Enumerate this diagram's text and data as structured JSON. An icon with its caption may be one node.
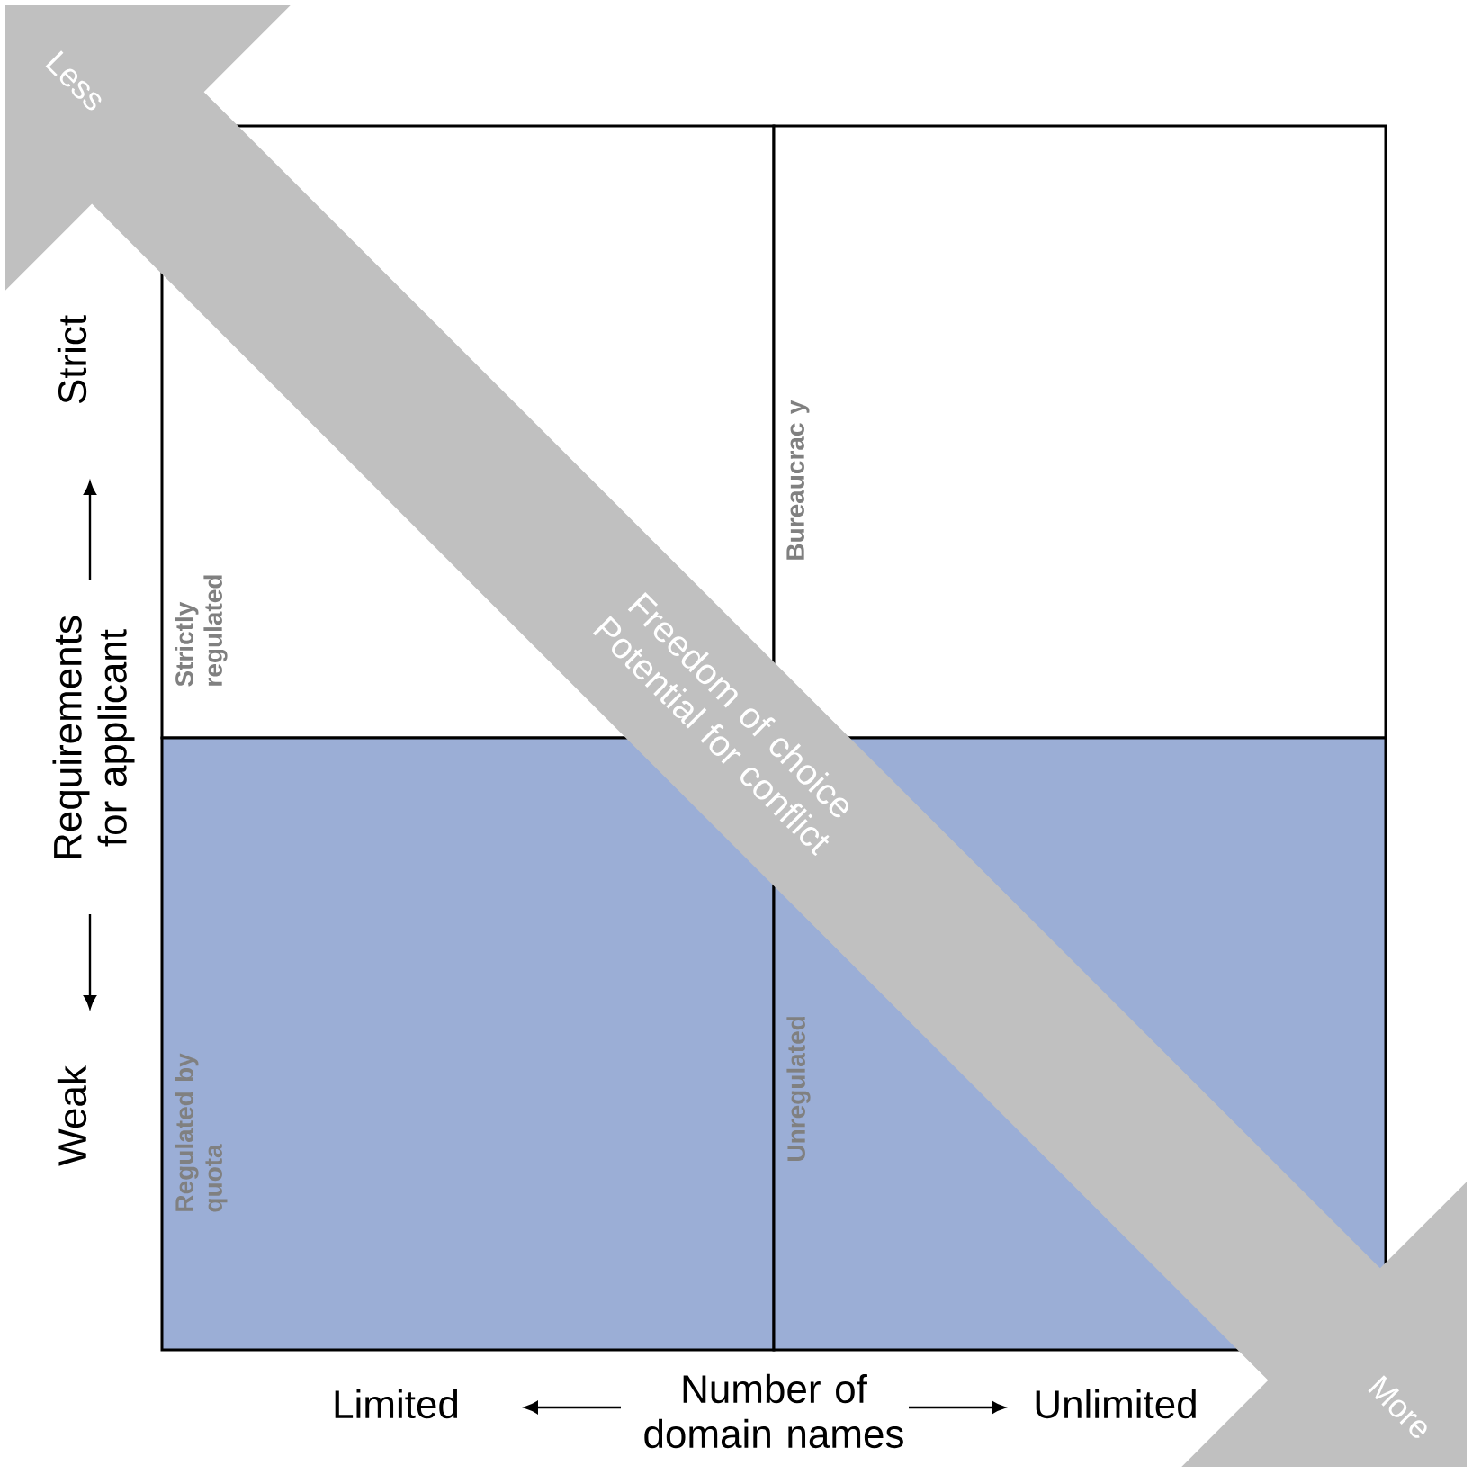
{
  "diagram": {
    "nodes": [
      {
        "text": [
          "Strictly regulated"
        ]
      },
      {
        "text": [
          "Bureaucrac y"
        ]
      },
      {
        "text": [
          "Regulated by quota"
        ]
      },
      {
        "text": [
          "Unregulated"
        ]
      }
    ],
    "labels": [
      "Less",
      "Strict",
      "Freedom of choice Potential for conflict",
      "Requirements for applicant",
      "Weak",
      "More",
      "Limited",
      "Number of domain names",
      "Unlimited"
    ]
  }
}
